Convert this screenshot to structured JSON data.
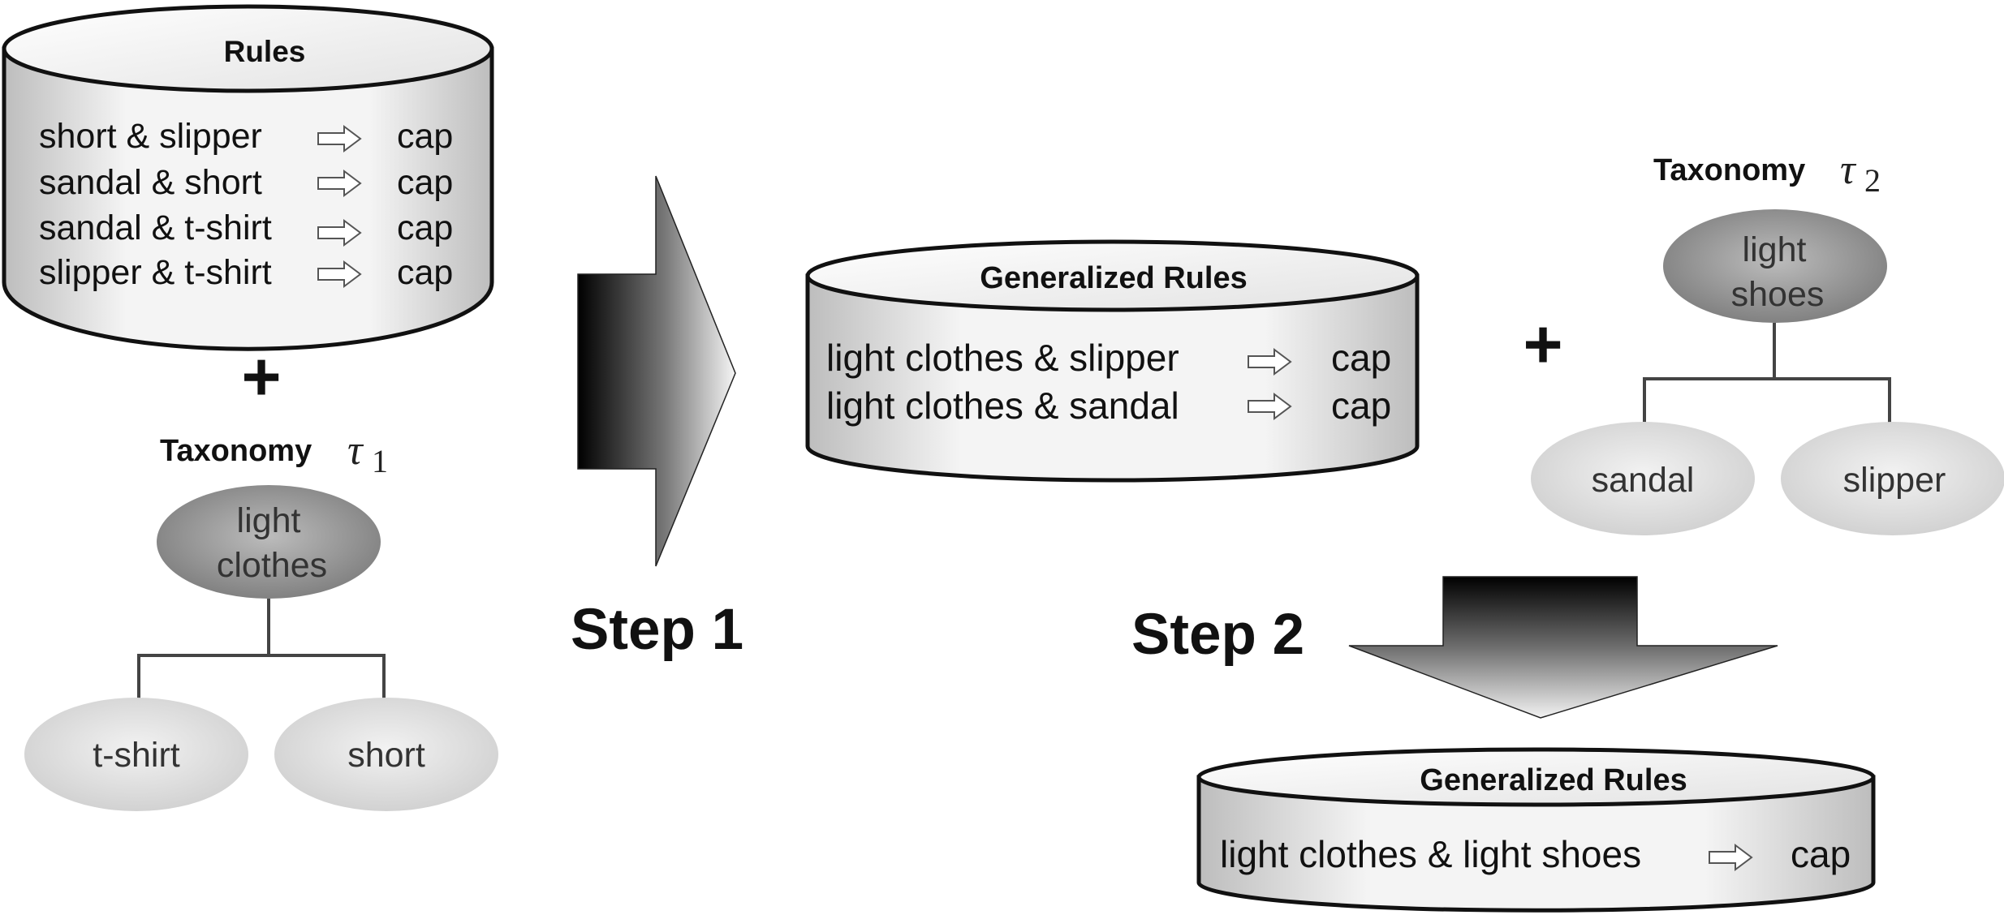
{
  "colors": {
    "outline": "#111111",
    "cylinder_fill_light": "#fafafa",
    "cylinder_fill_dark": "#c8c8c8",
    "node_dark": "#8a8a8a",
    "node_light": "#dcdcdc",
    "arrow_dark": "#000000",
    "arrow_light": "#ffffff"
  },
  "icons": {
    "implication": "hollow-right-arrow-icon",
    "plus": "plus-icon"
  },
  "rules_db": {
    "title": "Rules",
    "rows": [
      {
        "lhs": "short & slipper",
        "rhs": "cap"
      },
      {
        "lhs": "sandal & short",
        "rhs": "cap"
      },
      {
        "lhs": "sandal & t-shirt",
        "rhs": "cap"
      },
      {
        "lhs": "slipper & t-shirt",
        "rhs": "cap"
      }
    ]
  },
  "plus_symbol": "+",
  "taxonomy1": {
    "label": "Taxonomy",
    "symbol": "τ",
    "subscript": "1",
    "root": {
      "line1": "light",
      "line2": "clothes"
    },
    "children": [
      "t-shirt",
      "short"
    ]
  },
  "step1": {
    "label": "Step 1"
  },
  "generalized_db1": {
    "title": "Generalized Rules",
    "rows": [
      {
        "lhs": "light clothes & slipper",
        "rhs": "cap"
      },
      {
        "lhs": "light clothes & sandal",
        "rhs": "cap"
      }
    ]
  },
  "taxonomy2": {
    "label": "Taxonomy",
    "symbol": "τ",
    "subscript": "2",
    "root": {
      "line1": "light",
      "line2": "shoes"
    },
    "children": [
      "sandal",
      "slipper"
    ]
  },
  "step2": {
    "label": "Step 2"
  },
  "generalized_db2": {
    "title": "Generalized Rules",
    "rows": [
      {
        "lhs": "light clothes & light shoes",
        "rhs": "cap"
      }
    ]
  }
}
